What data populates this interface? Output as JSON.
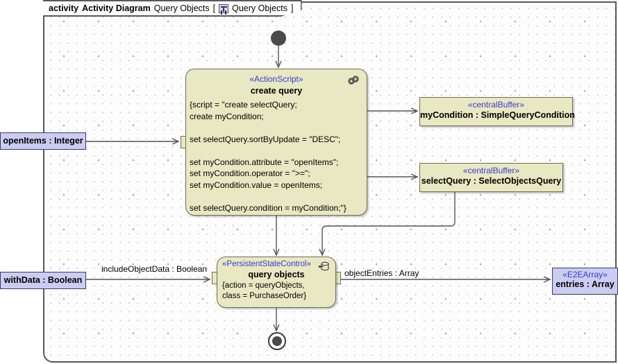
{
  "frame": {
    "keyword": "activity",
    "kind": "Activity Diagram",
    "name": "Query Objects",
    "bracket_open": "[",
    "bracket_close": "]",
    "qualified_name": "Query Objects",
    "icon": "activity-diagram-icon"
  },
  "nodes": {
    "initial": {
      "name": "initial-node"
    },
    "final": {
      "name": "activity-final-node"
    },
    "action_script": {
      "stereotype": "«ActionScript»",
      "name": "create query",
      "icon": "gears-icon",
      "body": "{script = \"create selectQuery;\ncreate myCondition;\n\nset selectQuery.sortByUpdate = \"DESC\";\n\nset myCondition.attribute = \"openItems\";\nset myCondition.operator = \">=\";\nset myCondition.value = openItems;\n\nset selectQuery.condition = myCondition;\"}"
    },
    "query_objects": {
      "stereotype": "«PersistentStateControl»",
      "name": "query objects",
      "icon": "persistent-state-icon",
      "body": "{action = queryObjects,\nclass = PurchaseOrder}"
    },
    "buffer_mycondition": {
      "stereotype": "«centralBuffer»",
      "name": "myCondition : SimpleQueryCondition"
    },
    "buffer_selectquery": {
      "stereotype": "«centralBuffer»",
      "name": "selectQuery : SelectObjectsQuery"
    },
    "param_openitems": {
      "name": "openItems : Integer"
    },
    "param_withdata": {
      "name": "withData : Boolean"
    },
    "param_entries": {
      "stereotype": "«E2EArray»",
      "name": "entries : Array"
    }
  },
  "edges": {
    "include_object_data": "includeObjectData : Boolean",
    "object_entries": "objectEntries : Array"
  },
  "colors": {
    "node_fill": "#e8e8c3",
    "node_border": "#6d6d52",
    "param_fill": "#ccccf2",
    "param_border": "#3a3a6e",
    "stereotype_text": "#3a3ad0",
    "frame_border": "#58585a",
    "edge_line": "#55555a"
  }
}
